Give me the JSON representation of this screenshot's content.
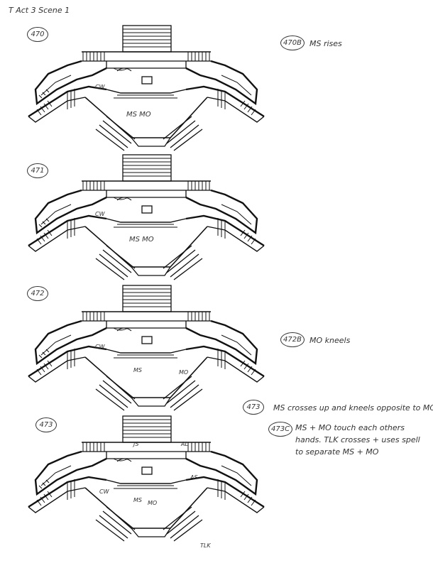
{
  "page_title": "T Act 3 Scene 1",
  "cues": [
    {
      "number": "470",
      "labels": {
        "ms_mo": "MS MO",
        "cw": "CW"
      }
    },
    {
      "number": "471",
      "labels": {
        "ms_mo": "MS MO",
        "cw": "CW"
      }
    },
    {
      "number": "472",
      "labels": {
        "ms": "MS",
        "mo": "MO",
        "cw": "CW"
      }
    },
    {
      "number": "473",
      "labels": {
        "ms": "MS",
        "mo": "MO",
        "cw": "CW",
        "js": "JS",
        "al": "AL",
        "as": "AS",
        "tlk": "TLK"
      }
    }
  ],
  "notes": [
    {
      "number": "470B",
      "text": "MS rises"
    },
    {
      "number": "472B",
      "text": "MO kneels"
    },
    {
      "number": "473",
      "text": "MS crosses up and kneels opposite to MO"
    },
    {
      "number": "473C",
      "text": "MS + MO touch each others hands. TLK crosses + uses spell to separate MS + MO"
    }
  ]
}
